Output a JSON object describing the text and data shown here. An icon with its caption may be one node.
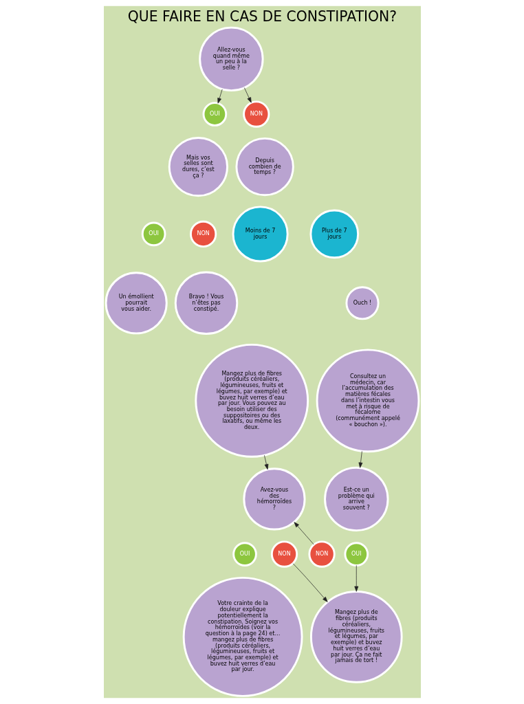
{
  "diagram": {
    "title": "QUE FAIRE EN CAS DE CONSTIPATION?",
    "nodes": [
      {
        "text": [
          "Allez-vous quand même un peu à la selle ?"
        ]
      },
      {
        "text": [
          "OUI"
        ]
      },
      {
        "text": [
          "NON"
        ]
      },
      {
        "text": [
          "Mais vos selles sont dures, c’est ça ?"
        ]
      },
      {
        "text": [
          "OUI"
        ]
      },
      {
        "text": [
          "NON"
        ]
      },
      {
        "text": [
          "Un émollient pourrait vous aider."
        ]
      },
      {
        "text": [
          "Bravo ! Vous n’êtes pas constipé."
        ]
      },
      {
        "text": [
          "Depuis combien de temps ?"
        ]
      },
      {
        "text": [
          "Moins de 7 jours"
        ]
      },
      {
        "text": [
          "Plus de 7 jours"
        ]
      },
      {
        "text": [
          "Ouch !"
        ]
      },
      {
        "text": [
          "Mangez plus de fibres (produits céréaliers, légumineuses, fruits et légumes, par exemple) et buvez huit verres d’eau par jour. Vous pouvez au besoin utiliser des suppositoires ou des laxatifs, ou même les deux."
        ]
      },
      {
        "text": [
          "Consultez un médecin, car l’accumulation des matières fécales dans l’intestin vous met à risque de fécalome (communément appelé « bouchon »)."
        ]
      },
      {
        "text": [
          "Est-ce un problème qui arrive souvent ?"
        ]
      },
      {
        "text": [
          "OUI"
        ]
      },
      {
        "text": [
          "NON"
        ]
      },
      {
        "text": [
          "Avez-vous des hémorroïdes ?"
        ]
      },
      {
        "text": [
          "NON"
        ]
      },
      {
        "text": [
          "OUI"
        ]
      },
      {
        "text": [
          "Mangez plus de fibres (produits céréaliers, légumineuses, fruits et légumes, par exemple) et buvez huit verres d’eau par jour. Ça ne fait jamais de tort !"
        ]
      },
      {
        "text": [
          "Votre crainte de la douleur explique potentiellement la constipation. Soignez vos hémorroïdes (voir la question à la page 24) et… mangez plus de fibres (produits céréaliers, légumineuses, fruits et légumes, par exemple) et buvez huit verres d’eau par jour."
        ]
      }
    ],
    "edges": [
      {
        "from": 0,
        "to": 1,
        "arrow": "to"
      },
      {
        "from": 0,
        "to": 2,
        "arrow": "to"
      },
      {
        "from": 13,
        "to": 14,
        "arrow": "to"
      },
      {
        "from": 12,
        "to": 17,
        "arrow": "to"
      },
      {
        "from": 16,
        "to": 17,
        "arrow": "to"
      },
      {
        "from": 15,
        "to": 20,
        "arrow": "to"
      },
      {
        "from": 18,
        "to": 20,
        "arrow": "to"
      }
    ]
  }
}
